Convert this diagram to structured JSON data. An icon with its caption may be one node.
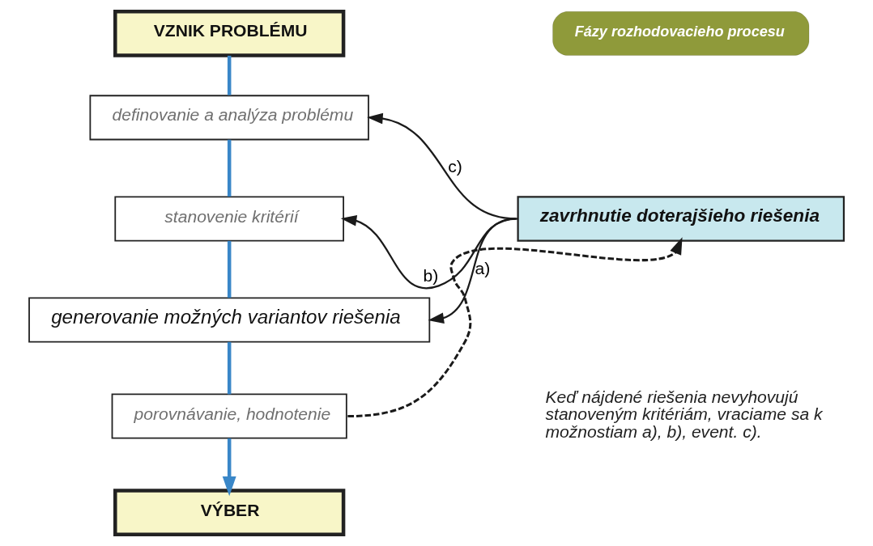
{
  "diagram": {
    "nodes": [
      {
        "text": [
          "VZNIK PROBLÉMU"
        ]
      },
      {
        "text": [
          "definovanie a analýza problému"
        ]
      },
      {
        "text": [
          "stanovenie kritérií"
        ]
      },
      {
        "text": [
          "generovanie možných variantov riešenia"
        ]
      },
      {
        "text": [
          "porovnávanie, hodnotenie"
        ]
      },
      {
        "text": [
          "VÝBER"
        ]
      },
      {
        "text": [
          "Fázy rozhodovacieho procesu"
        ]
      },
      {
        "text": [
          "zavrhnutie doterajšieho riešenia"
        ]
      }
    ],
    "edges": [
      {
        "from": 0,
        "to": 1,
        "arrow": "none"
      },
      {
        "from": 1,
        "to": 2,
        "arrow": "none"
      },
      {
        "from": 2,
        "to": 3,
        "arrow": "none"
      },
      {
        "from": 3,
        "to": 4,
        "arrow": "none"
      },
      {
        "from": 4,
        "to": 5,
        "arrow": "to"
      },
      {
        "from": 7,
        "to": 1,
        "arrow": "to",
        "label": "c)",
        "color": "#1a1a1a"
      },
      {
        "from": 7,
        "to": 2,
        "arrow": "to",
        "label": "b)",
        "color": "#1a1a1a"
      },
      {
        "from": 7,
        "to": 3,
        "arrow": "to",
        "label": "a)",
        "color": "#1a1a1a"
      },
      {
        "from": 4,
        "to": 7,
        "arrow": "to",
        "style": "dashed",
        "color": "#1a1a1a"
      }
    ],
    "labels": [
      "Keď nájdené riešenia nevyhovujú stanoveným kritériám, vraciame sa k možnostiam a), b), event. c)."
    ]
  }
}
